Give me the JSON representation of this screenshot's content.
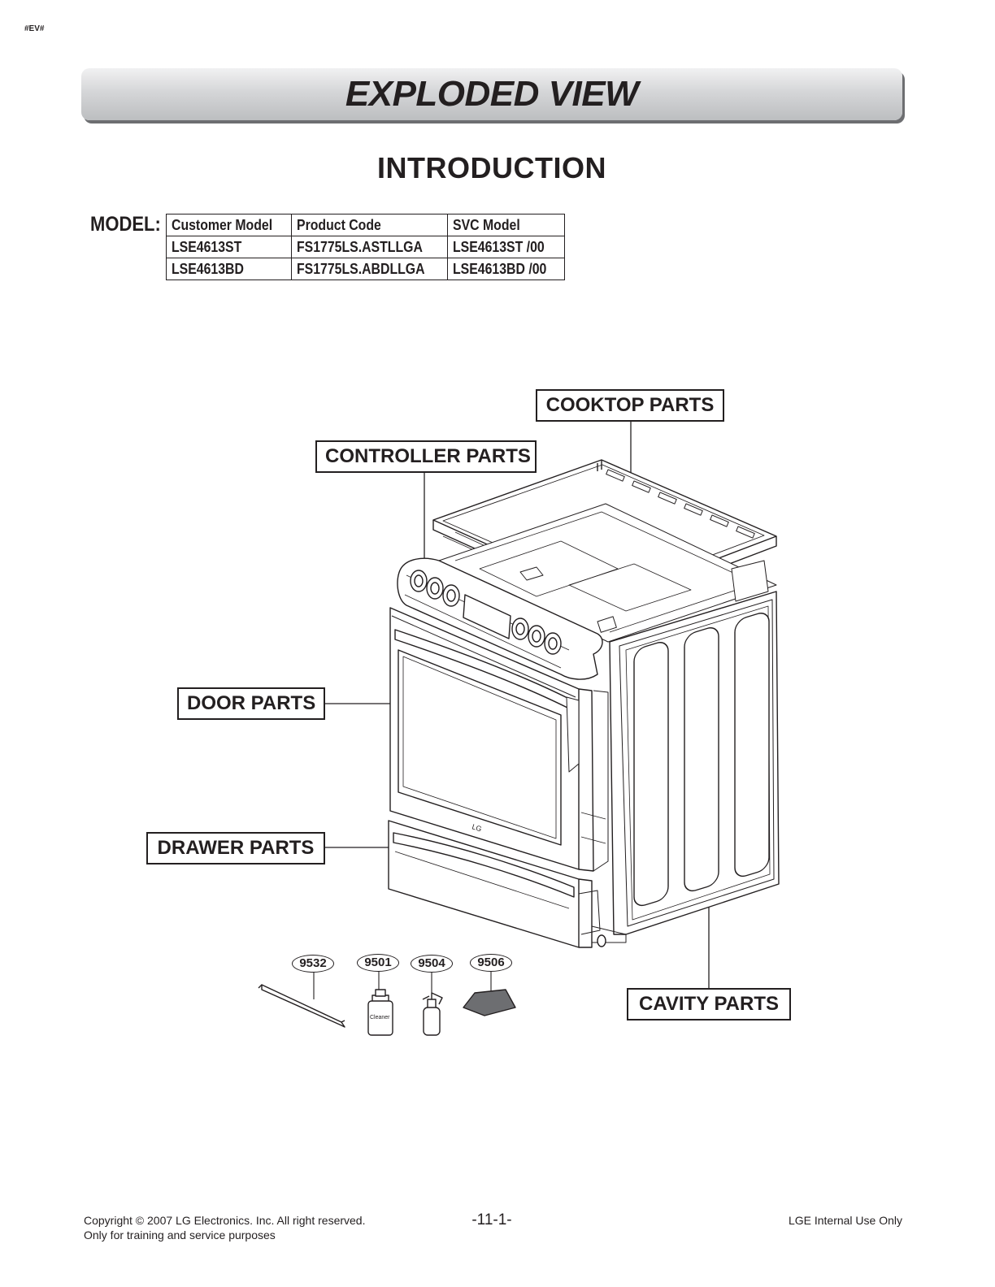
{
  "tag": "#EV#",
  "banner_title": "EXPLODED VIEW",
  "section_title": "INTRODUCTION",
  "model_label": "MODEL:",
  "model_table": {
    "headers": [
      "Customer Model",
      "Product Code",
      "SVC Model"
    ],
    "rows": [
      [
        "LSE4613ST",
        "FS1775LS.ASTLLGA",
        "LSE4613ST /00"
      ],
      [
        "LSE4613BD",
        "FS1775LS.ABDLLGA",
        "LSE4613BD  /00"
      ]
    ]
  },
  "callouts": {
    "cooktop": "COOKTOP PARTS",
    "controller": "CONTROLLER PARTS",
    "door": "DOOR PARTS",
    "drawer": "DRAWER PARTS",
    "cavity": "CAVITY PARTS"
  },
  "accessories": [
    "9532",
    "9501",
    "9504",
    "9506"
  ],
  "bottle_label": "Cleaner",
  "footer": {
    "copyright": "Copyright © 2007 LG Electronics. Inc. All right reserved.",
    "purpose": "Only for training and service purposes",
    "page": "-11-1-",
    "internal": "LGE Internal Use Only"
  }
}
